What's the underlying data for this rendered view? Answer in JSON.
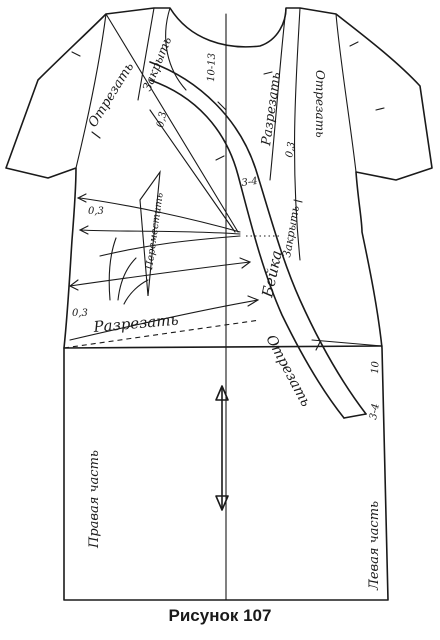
{
  "caption": "Рисунок 107",
  "labels": {
    "cut_left_sleeve": "Отрезать",
    "cut_right_sleeve": "Отрезать",
    "close_shoulder": "Закрыть",
    "cut_front": "Разрезать",
    "measure_left_shoulder": "0,3",
    "measure_right_shoulder": "0,3",
    "measure_center": "10-13",
    "measure_bias_width": "3-4",
    "measure_side_upper": "0,3",
    "move_dart": "Переместить",
    "close_dart": "Закрыть",
    "bias_strip": "Бейка",
    "measure_side_lower": "0,3",
    "cut_lines": "Разрезать",
    "cut_hem_strip": "Отрезать",
    "measure_strip_end": "3-4",
    "measure_strip_length": "10",
    "right_part": "Правая часть",
    "left_part": "Левая часть"
  },
  "colors": {
    "line": "#1a1a1a",
    "background": "#ffffff"
  }
}
